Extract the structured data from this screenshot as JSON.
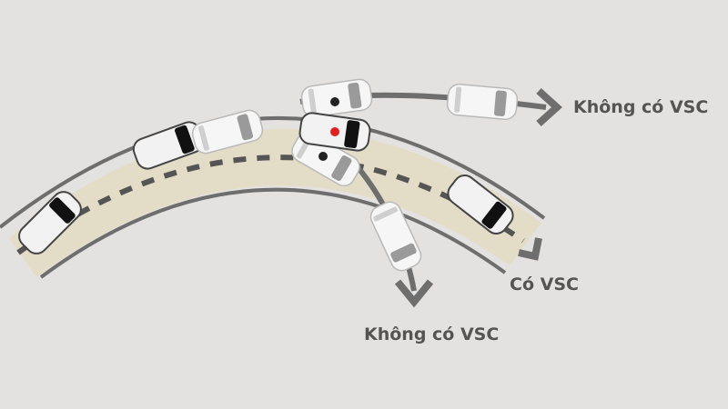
{
  "labels": {
    "top_without_vsc": "Không có VSC",
    "with_vsc": "Có VSC",
    "bottom_without_vsc": "Không có VSC"
  },
  "colors": {
    "background": "#e4e2e1",
    "road": "#e3dcc6",
    "lines": "#6e6e6e",
    "text": "#545454",
    "marker_red": "#e0201e"
  }
}
